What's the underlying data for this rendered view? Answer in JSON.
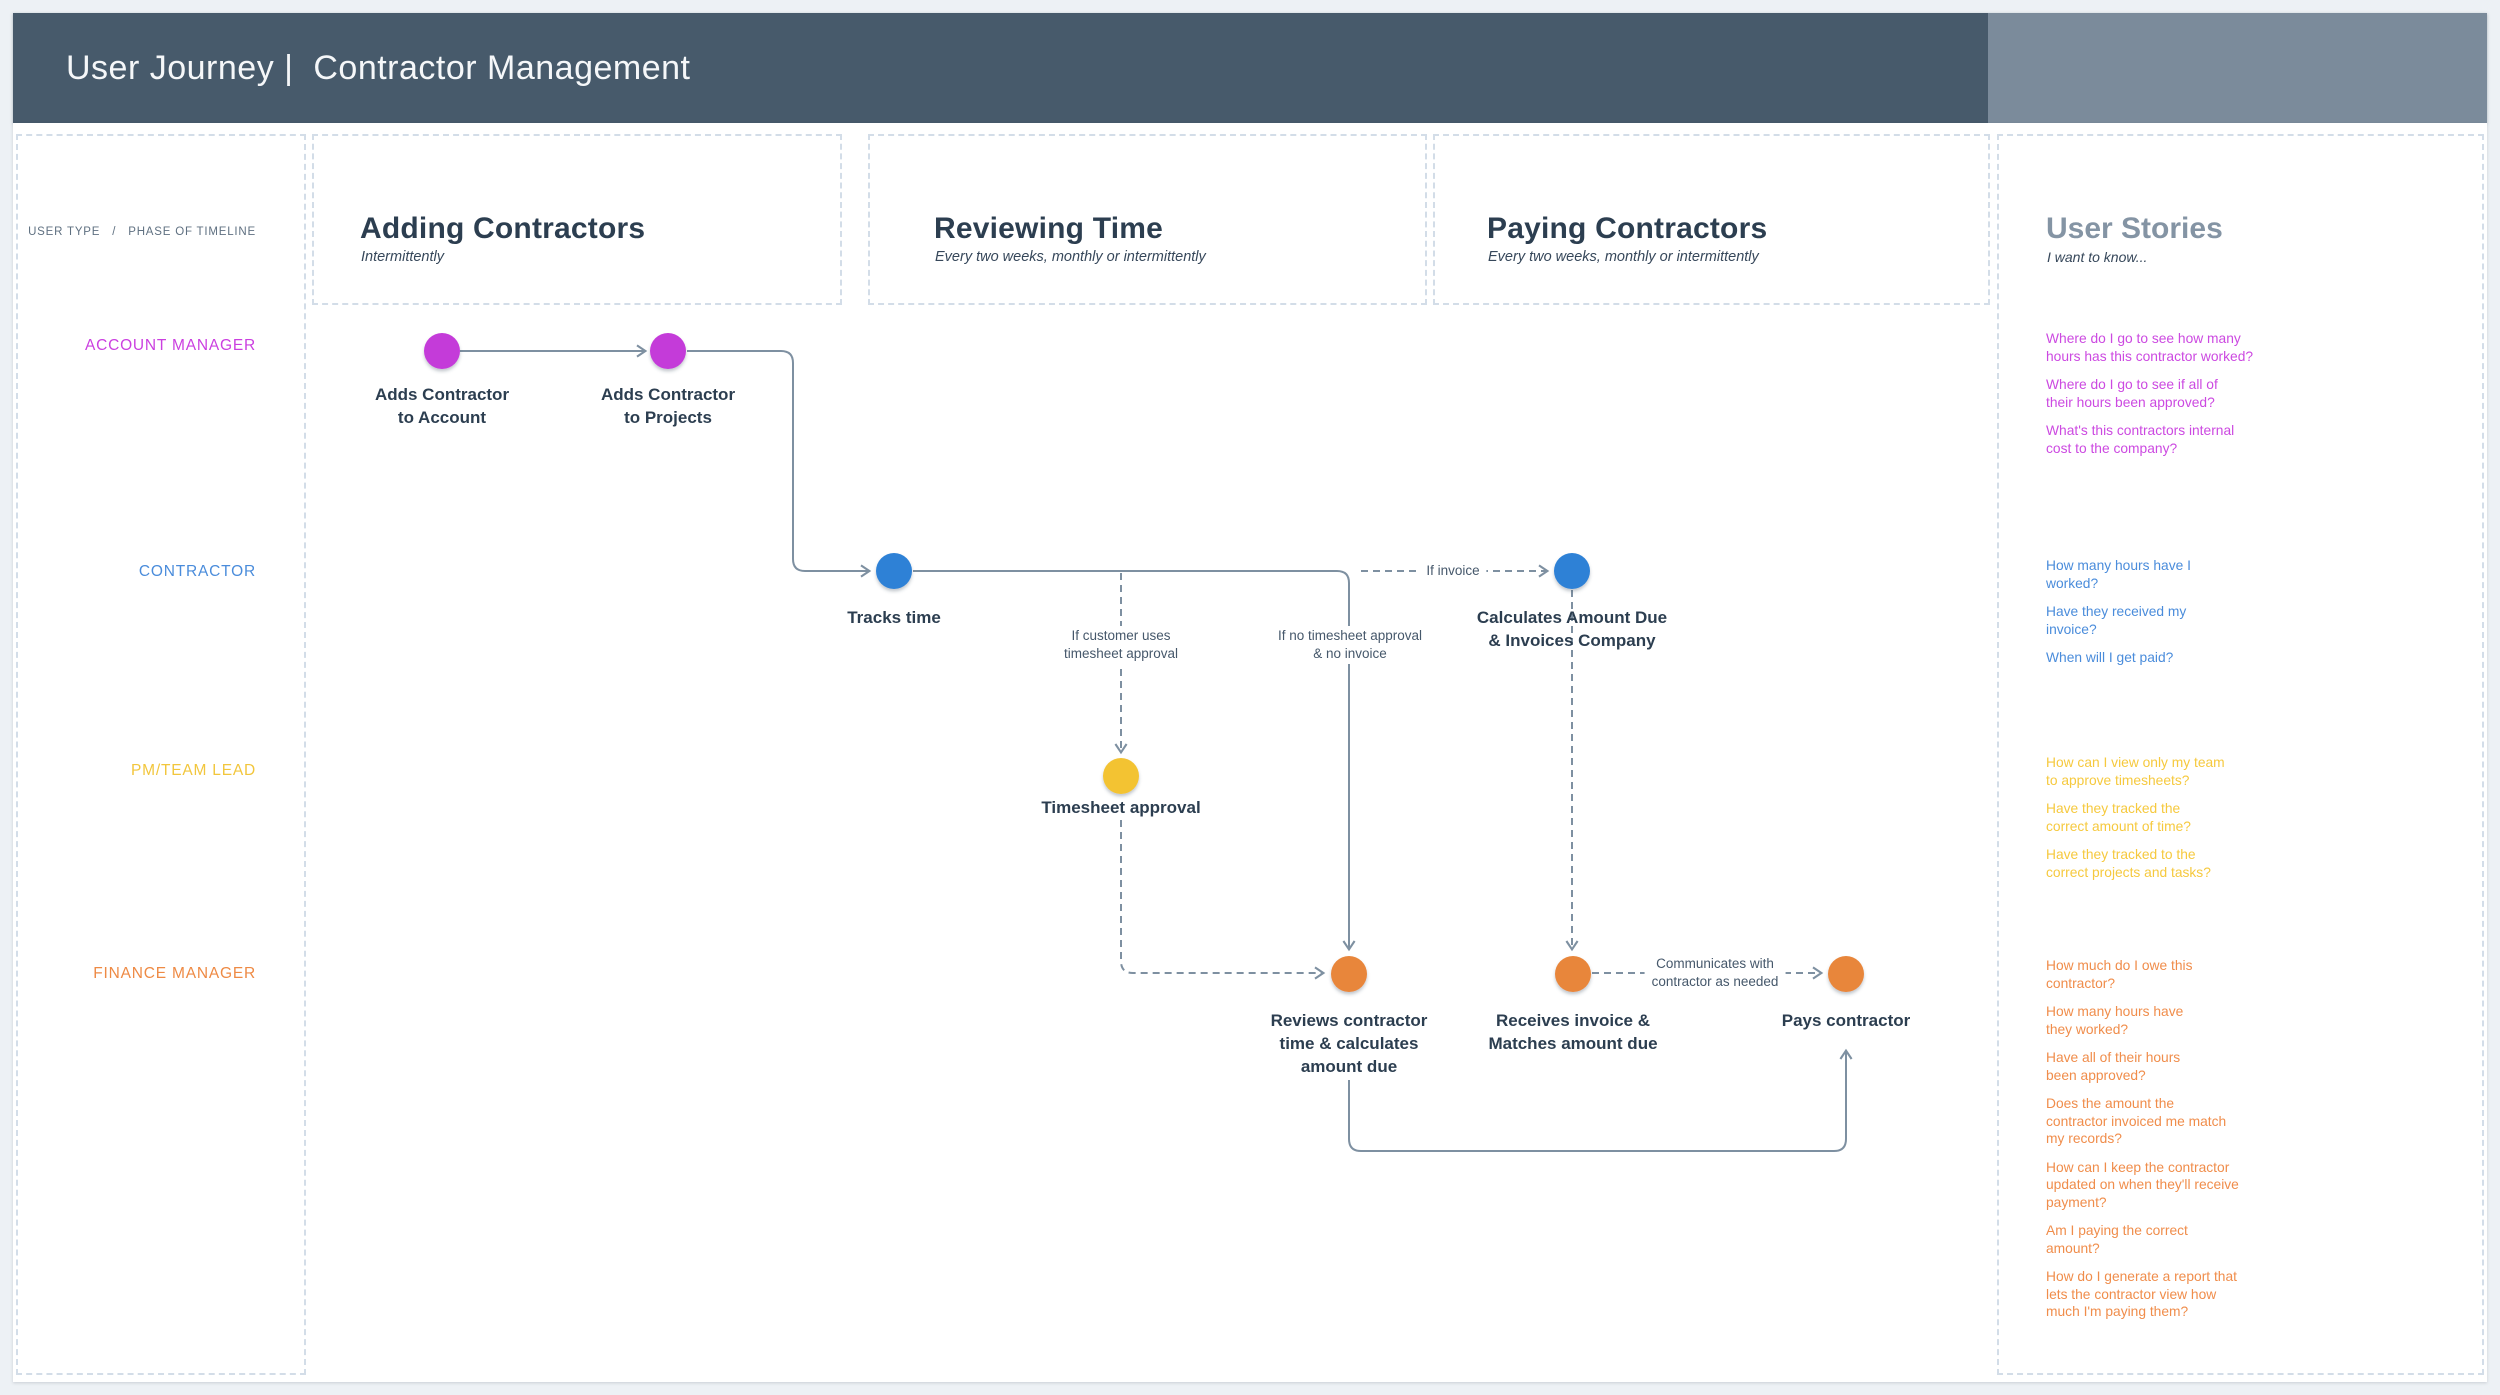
{
  "header": {
    "title": "User Journey |  Contractor Management"
  },
  "rail": {
    "caption": "USER TYPE   /   PHASE OF TIMELINE",
    "rows": [
      {
        "label": "ACCOUNT MANAGER",
        "color": "#cb3fe0"
      },
      {
        "label": "CONTRACTOR",
        "color": "#4a8cdb"
      },
      {
        "label": "PM/TEAM LEAD",
        "color": "#f2c63c"
      },
      {
        "label": "FINANCE MANAGER",
        "color": "#ee8a44"
      }
    ]
  },
  "phases": [
    {
      "title": "Adding Contractors",
      "subtitle": "Intermittently"
    },
    {
      "title": "Reviewing Time",
      "subtitle": "Every two weeks, monthly or intermittently"
    },
    {
      "title": "Paying Contractors",
      "subtitle": "Every two weeks, monthly or intermittently"
    }
  ],
  "stories": {
    "title": "User Stories",
    "subtitle": "I want to know...",
    "groups": [
      {
        "role": "account-manager",
        "color": "#cc49e1",
        "items": [
          "Where do I go to see how many\nhours has this contractor worked?",
          "Where do I go to see if all of\ntheir hours been approved?",
          "What's this contractors internal\ncost to the company?"
        ]
      },
      {
        "role": "contractor",
        "color": "#4a8cdb",
        "items": [
          "How many hours have I\nworked?",
          "Have they received my\ninvoice?",
          "When will I get paid?"
        ]
      },
      {
        "role": "pm-team-lead",
        "color": "#f6c93e",
        "items": [
          "How can I view only my team\nto approve timesheets?",
          "Have they tracked the\ncorrect amount of time?",
          "Have they tracked to the\ncorrect projects and tasks?"
        ]
      },
      {
        "role": "finance-manager",
        "color": "#f08d4b",
        "items": [
          "How much do I owe this\ncontractor?",
          "How many hours have\nthey worked?",
          "Have all of their hours\nbeen approved?",
          "Does the amount the\ncontractor invoiced me match\nmy records?",
          "How can I keep the contractor\nupdated on when they'll receive\npayment?",
          "Am I paying the correct\namount?",
          "How do I generate a report that\nlets the contractor view how\nmuch I'm paying them?"
        ]
      }
    ]
  },
  "flow": {
    "node_colors": {
      "account_manager": "#c43ad9",
      "contractor": "#2e81d6",
      "pm_team_lead": "#f3c331",
      "finance_manager": "#e8863b"
    },
    "line_color": "#7e90a1",
    "nodes": {
      "am1": {
        "label": "Adds Contractor\nto Account"
      },
      "am2": {
        "label": "Adds Contractor\nto Projects"
      },
      "tracks": {
        "label": "Tracks time"
      },
      "calculates": {
        "label": "Calculates Amount Due\n& Invoices Company"
      },
      "timesheet": {
        "label": "Timesheet approval"
      },
      "reviews": {
        "label": "Reviews contractor\ntime & calculates\namount due"
      },
      "receives": {
        "label": "Receives invoice &\nMatches amount due"
      },
      "pays": {
        "label": "Pays contractor"
      }
    },
    "conditions": {
      "uses_timesheet": "If customer uses\ntimesheet approval",
      "no_timesheet": "If no timesheet approval\n& no invoice",
      "invoice": "If invoice",
      "communicates": "Communicates with\ncontractor as needed"
    }
  }
}
